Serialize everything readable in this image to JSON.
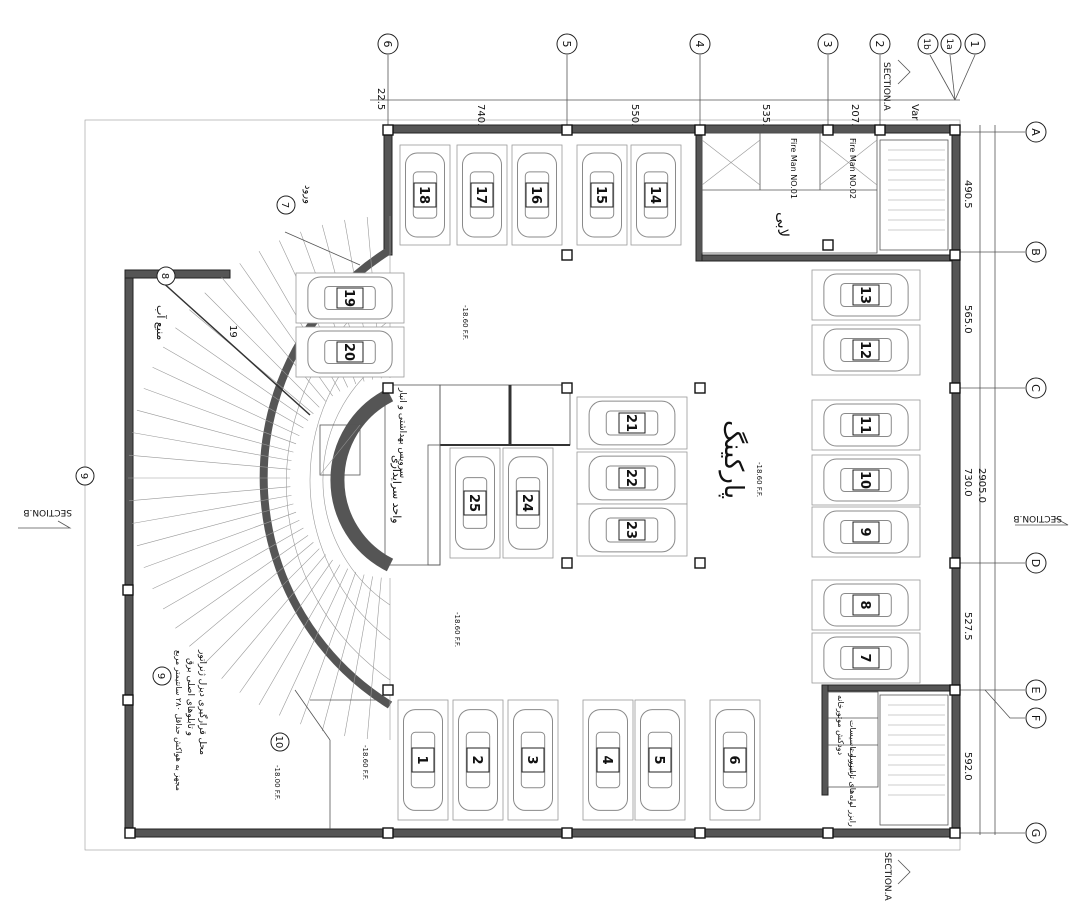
{
  "section_labels": {
    "a_top": "SECTION.A",
    "a_bottom": "SECTION.A",
    "b_left": "SECTION.B",
    "b_right": "SECTION.B"
  },
  "top_dimensions": [
    "22.5",
    "740.0",
    "550.0",
    "535.0",
    "207.0",
    "Var"
  ],
  "right_dimensions": [
    "490.5",
    "565.0",
    "730.0",
    "527.5",
    "592.0"
  ],
  "overall_dimension": "2905.0",
  "grid_top": [
    "6",
    "5",
    "4",
    "3",
    "2",
    "1b",
    "1a",
    "1"
  ],
  "grid_right": [
    "A",
    "B",
    "C",
    "D",
    "E",
    "F",
    "G"
  ],
  "stair_grid": [
    "7",
    "8",
    "9",
    "9",
    "10"
  ],
  "rooms": {
    "lobby": "لابی",
    "parking": "پارکینگ",
    "water_tank": "منبع آب",
    "guard_unit": "واحد سرایداری",
    "fire_man_1": "Fire Man NO.01",
    "fire_man_2": "Fire Man NO.02",
    "room_a": "دودکش موتورخانه",
    "room_b": "رایزر و تاسیسات",
    "room_c": "رایزر لوله‌های تاسیسات",
    "note_1": "محل قرارگیری دیزل ژنراتور",
    "note_2": "و تابلوهای اصلی برق",
    "note_3": "مجهز به هواکش حداقل ۲۸۰ سانتیمتر مربع",
    "guard_room": "سرویس بهداشتی و انبار",
    "ramp_note": "19",
    "ramp_tag": "ورود"
  },
  "levels": {
    "a": "-18.60 F.F.",
    "b": "-18.60 F.F.",
    "c": "-18.60 F.F.",
    "d": "-18.60 F.F.",
    "e": "-18.00 F.F."
  },
  "parking_numbers": [
    "1",
    "2",
    "3",
    "4",
    "5",
    "6",
    "7",
    "8",
    "9",
    "10",
    "11",
    "12",
    "13",
    "14",
    "15",
    "16",
    "17",
    "18",
    "19",
    "20",
    "21",
    "22",
    "23",
    "24",
    "25"
  ],
  "colors": {
    "wall": "#555555",
    "line": "#222222",
    "stall": "#9a9a9a"
  }
}
